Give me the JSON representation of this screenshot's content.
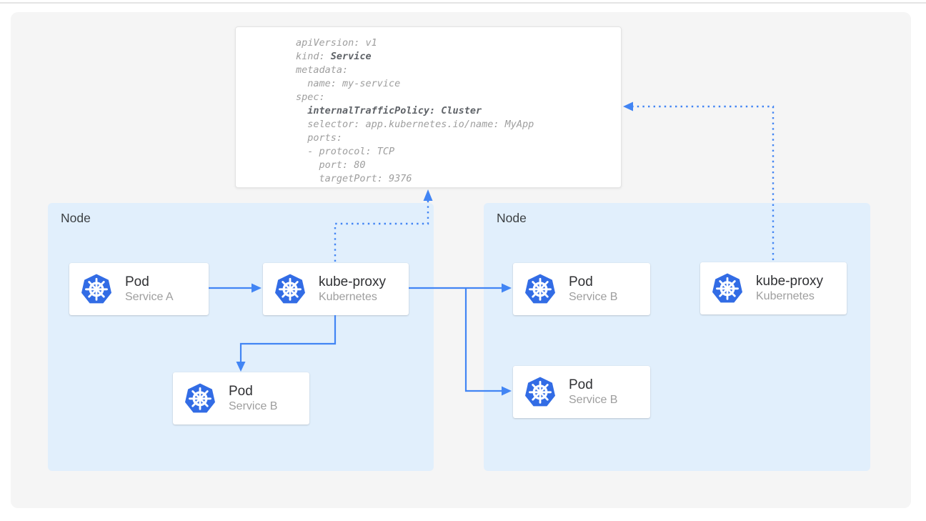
{
  "colors": {
    "kubernetes_blue": "#326ce5",
    "arrow_blue": "#4285f4",
    "node_background": "#e1effc",
    "panel_background": "#f5f5f5",
    "card_title_text": "#303134",
    "muted_text": "#9e9e9e",
    "yaml_text": "#9e9e9e",
    "yaml_bold_text": "#5f6368",
    "node_label_text": "#3c4043"
  },
  "yaml_panel": {
    "lines": [
      [
        {
          "t": "apiVersion: v1",
          "b": false
        }
      ],
      [
        {
          "t": "kind: ",
          "b": false
        },
        {
          "t": "Service",
          "b": true
        }
      ],
      [
        {
          "t": "metadata:",
          "b": false
        }
      ],
      [
        {
          "t": "  name: my-service",
          "b": false
        }
      ],
      [
        {
          "t": "spec:",
          "b": false
        }
      ],
      [
        {
          "t": "  ",
          "b": false
        },
        {
          "t": "internalTrafficPolicy: Cluster",
          "b": true
        }
      ],
      [
        {
          "t": "  selector: app.kubernetes.io/name: MyApp",
          "b": false
        }
      ],
      [
        {
          "t": "  ports:",
          "b": false
        }
      ],
      [
        {
          "t": "  - protocol: TCP",
          "b": false
        }
      ],
      [
        {
          "t": "    port: 80",
          "b": false
        }
      ],
      [
        {
          "t": "    targetPort: 9376",
          "b": false
        }
      ]
    ]
  },
  "nodes": [
    {
      "label": "Node",
      "cards": [
        {
          "title": "Pod",
          "subtitle": "Service A",
          "icon": "kubernetes-icon"
        },
        {
          "title": "kube-proxy",
          "subtitle": "Kubernetes",
          "icon": "kubernetes-icon"
        },
        {
          "title": "Pod",
          "subtitle": "Service B",
          "icon": "kubernetes-icon"
        }
      ]
    },
    {
      "label": "Node",
      "cards": [
        {
          "title": "Pod",
          "subtitle": "Service B",
          "icon": "kubernetes-icon"
        },
        {
          "title": "kube-proxy",
          "subtitle": "Kubernetes",
          "icon": "kubernetes-icon"
        },
        {
          "title": "Pod",
          "subtitle": "Service B",
          "icon": "kubernetes-icon"
        }
      ]
    }
  ]
}
